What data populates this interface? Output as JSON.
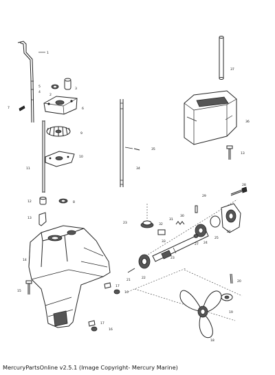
{
  "caption": "MercuryPartsOnline v2.5.1 (Image Copyright- Mercury Marine)",
  "callouts": {
    "c1": "1",
    "c2": "2",
    "c3": "3",
    "c4": "4",
    "c5": "5",
    "c6": "6",
    "c7": "7",
    "c8": "8",
    "c9": "9",
    "c10": "10",
    "c11": "11",
    "c12": "12",
    "c13": "13",
    "c13b": "13",
    "c14": "14",
    "c15": "15",
    "c16": "16",
    "c16b": "16",
    "c17": "17",
    "c17b": "17",
    "c18": "18",
    "c19": "19",
    "c20": "20",
    "c21": "21",
    "c22": "22",
    "c23": "23",
    "c23b": "23",
    "c24": "24",
    "c25": "25",
    "c26": "26",
    "c27": "27",
    "c28": "28",
    "c29": "29",
    "c30": "30",
    "c31": "31",
    "c32": "32",
    "c33": "33",
    "c34": "34",
    "c35": "35",
    "c36": "36",
    "c37": "37"
  }
}
